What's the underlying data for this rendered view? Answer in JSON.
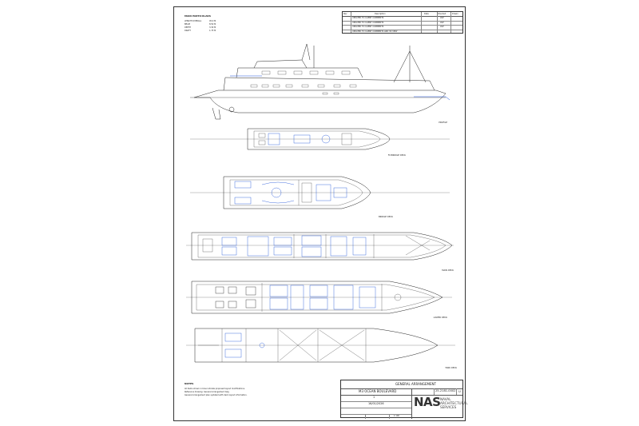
{
  "particulars": {
    "title": "MAIN PARTICULARS",
    "rows": [
      {
        "label": "LENGTH OVERALL",
        "value": "45.0 M"
      },
      {
        "label": "BEAM",
        "value": "8.50 M"
      },
      {
        "label": "DEPTH",
        "value": "3.30 M"
      },
      {
        "label": "DRAFT",
        "value": "1.75 M"
      }
    ]
  },
  "revisions": {
    "headers": [
      "Rev",
      "Description",
      "Date",
      "Checked",
      "Drawn"
    ],
    "rows": [
      {
        "rev": "",
        "desc": "UPDATED TO CLIENT COMMENTS",
        "date": "",
        "chk": "AVP",
        "dr": ""
      },
      {
        "rev": "",
        "desc": "UPDATED TO CLIENT COMMENTS",
        "date": "",
        "chk": "AVP",
        "dr": ""
      },
      {
        "rev": "",
        "desc": "UPDATED TO CLIENT COMMENTS",
        "date": "",
        "chk": "AVP",
        "dr": ""
      },
      {
        "rev": "",
        "desc": "UPDATED TO CLIENT COMMENTS AND 3D VIEW",
        "date": "",
        "chk": "",
        "dr": ""
      }
    ]
  },
  "views": {
    "profile": "PROFILE",
    "flybridge": "FLYBRIDGE DECK",
    "bridge": "BRIDGE DECK",
    "main": "MAIN DECK",
    "lower": "LOWER DECK",
    "tank": "TANK DECK"
  },
  "notes": {
    "title": "NOTES",
    "items": [
      "All items shown in blue indicate proposed layout modifications.",
      "Reference drawing: General Arrangement dwg",
      "General Arrangement plan updated with deck layout information."
    ]
  },
  "title_block": {
    "drawing_title": "GENERAL ARRANGEMENT",
    "drawing_number": "25-2181-0002",
    "revision": "U",
    "project": "M3 OCEAN BOULEVARD",
    "sheet": "1",
    "date": "16/01/2026",
    "scale": "1:100",
    "logo": "NAS",
    "company_lines": [
      "NAVAL",
      "ARCHITECTURAL",
      "SERVICES"
    ]
  },
  "colors": {
    "line": "#222222",
    "modification": "#1a4fd6",
    "paper": "#ffffff"
  }
}
